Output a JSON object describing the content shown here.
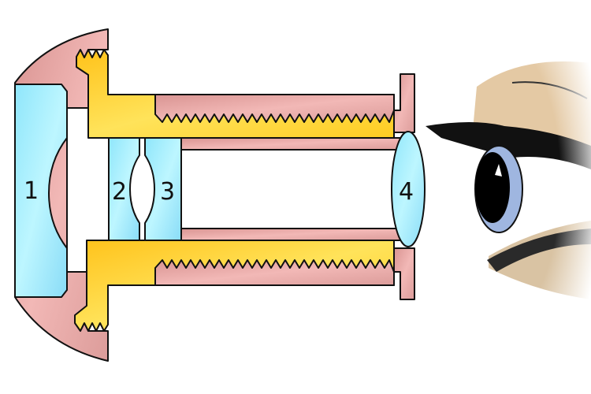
{
  "diagram": {
    "labels": [
      "1",
      "2",
      "3",
      "4"
    ],
    "colors": {
      "housing": "#e8a6a4",
      "body": "#ffd02a",
      "lens": "#9eeefc",
      "iris": "#9fb6e0",
      "skin": "#e6cca8"
    }
  }
}
